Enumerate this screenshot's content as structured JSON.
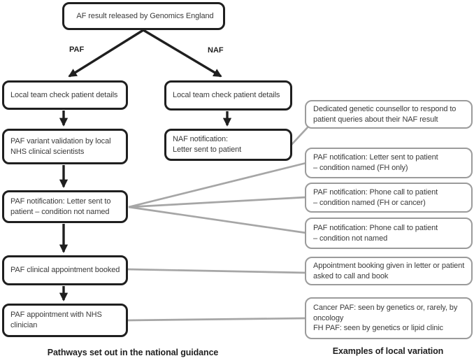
{
  "colors": {
    "pathway_box_border": "#1f1f1f",
    "variation_box_border": "#9b9b9b",
    "gray_connector": "#a6a6a6",
    "arrow_black": "#1f1f1f",
    "text": "#3a3a3a"
  },
  "top_box": {
    "label": "AF result released by Genomics England"
  },
  "branch_labels": {
    "paf": "PAF",
    "naf": "NAF"
  },
  "paf_column": {
    "check": "Local team check patient details",
    "validation": "PAF variant validation by local\nNHS clinical scientists",
    "notification": "PAF notification: Letter sent to\npatient – condition not named",
    "booking": "PAF clinical appointment booked",
    "appointment": "PAF appointment with NHS\nclinician"
  },
  "naf_column": {
    "check": "Local team check patient details",
    "notification": "NAF notification:\nLetter sent to patient"
  },
  "variation_boxes": {
    "naf_counsellor": "Dedicated genetic counsellor to respond to\npatient queries about their NAF result",
    "letter_named": "PAF notification: Letter sent to patient\n– condition named (FH only)",
    "phone_named": "PAF notification: Phone call to patient\n– condition named (FH or cancer)",
    "phone_not_named": "PAF notification: Phone call to patient\n– condition not named",
    "booking_variation": "Appointment booking given in letter or patient\nasked to call and book",
    "clinic_variation": "Cancer PAF: seen by genetics or, rarely, by\noncology\nFH PAF: seen by genetics or lipid clinic"
  },
  "captions": {
    "left": "Pathways set out in the national guidance",
    "right": "Examples of local variation"
  }
}
